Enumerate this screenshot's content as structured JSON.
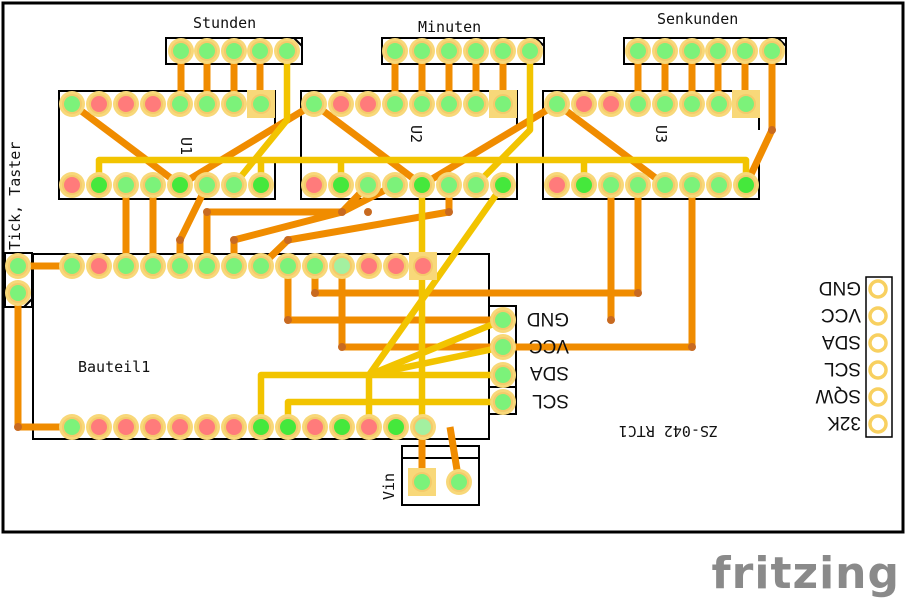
{
  "app": "fritzing",
  "view": "PCB",
  "colors": {
    "board_outline": "#000000",
    "trace_bottom": "#f08c00",
    "trace_top": "#f2c400",
    "pad_ring": "#f8d879",
    "pad_connected": "#7cf27a",
    "pad_connected_strong": "#45e83c",
    "pad_unconnected": "#ff7b7b",
    "logo": "#8a8a8a"
  },
  "labels": {
    "stunden": "Stunden",
    "minuten": "Minuten",
    "sekunden": "Senkunden",
    "u1": "U1",
    "u2": "U2",
    "u3": "U3",
    "bauteil": "Bauteil1",
    "tick_taster": "Tick, Taster",
    "vin": "Vin",
    "rtc": "ZS-042 RTC1"
  },
  "rtc_connector_pins": [
    "GND",
    "VCC",
    "SDA",
    "SCL"
  ],
  "rtc_module_pins": [
    "GND",
    "VCC",
    "SDA",
    "SCL",
    "SQW",
    "32K"
  ],
  "headers": [
    {
      "name": "Stunden",
      "pins": 5
    },
    {
      "name": "Minuten",
      "pins": 6
    },
    {
      "name": "Senkunden",
      "pins": 6
    }
  ],
  "chips": [
    {
      "name": "U1",
      "top": [
        "g",
        "r",
        "r",
        "r",
        "g",
        "g",
        "g",
        "gs"
      ],
      "bottom": [
        "r",
        "G",
        "g",
        "g",
        "G",
        "g",
        "g",
        "G"
      ]
    },
    {
      "name": "U2",
      "top": [
        "g",
        "r",
        "r",
        "g",
        "g",
        "g",
        "g",
        "gs"
      ],
      "bottom": [
        "r",
        "G",
        "g",
        "g",
        "G",
        "g",
        "g",
        "G"
      ]
    },
    {
      "name": "U3",
      "top": [
        "g",
        "r",
        "r",
        "g",
        "g",
        "g",
        "g",
        "gs"
      ],
      "bottom": [
        "r",
        "G",
        "g",
        "g",
        "g",
        "g",
        "g",
        "G"
      ]
    }
  ],
  "bauteil_pins": {
    "top": [
      "g",
      "r",
      "g",
      "g",
      "g",
      "g",
      "g",
      "g",
      "g",
      "g",
      "l",
      "r",
      "r",
      "rs"
    ],
    "bottom": [
      "g",
      "r",
      "r",
      "r",
      "r",
      "r",
      "r",
      "G",
      "G",
      "r",
      "G",
      "r",
      "G",
      "l"
    ]
  },
  "logo_text": "fritzing"
}
